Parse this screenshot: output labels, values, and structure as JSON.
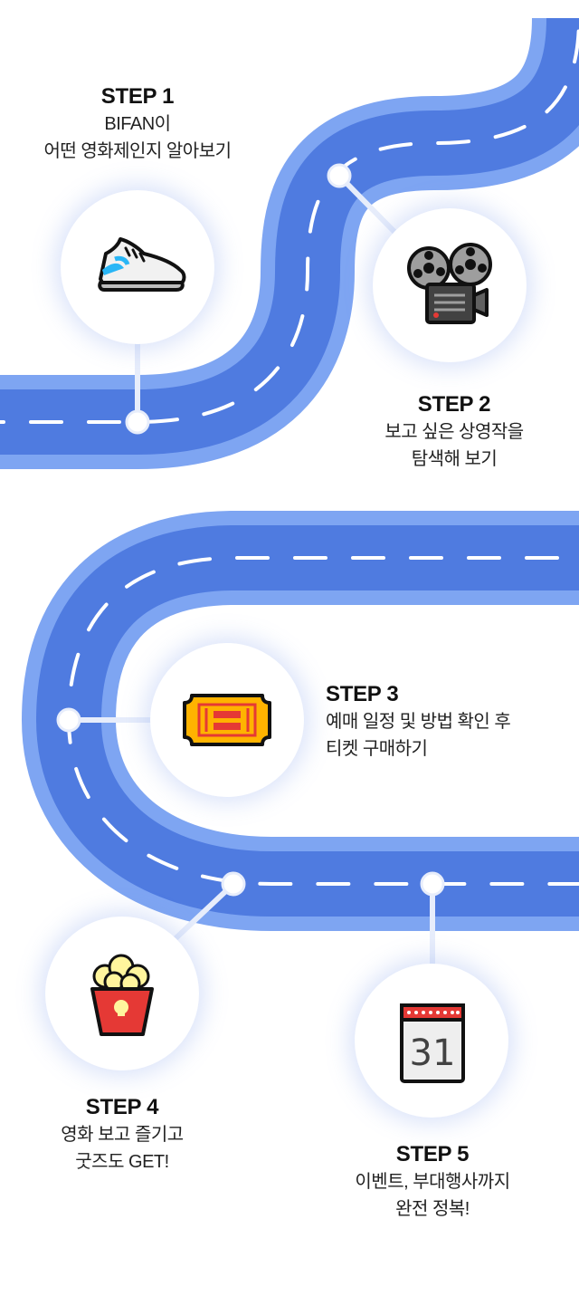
{
  "colors": {
    "road_outer": "#7ea5f2",
    "road_inner": "#4f7be0",
    "lane_mark": "#ffffff",
    "bubble_glow": "#c7d5fb"
  },
  "steps": [
    {
      "title": "STEP 1",
      "lines": [
        "BIFAN이",
        "어떤 영화제인지 알아보기"
      ],
      "icon": "sneaker-icon"
    },
    {
      "title": "STEP 2",
      "lines": [
        "보고 싶은 상영작을",
        "탐색해 보기"
      ],
      "icon": "film-projector-icon"
    },
    {
      "title": "STEP 3",
      "lines": [
        "예매 일정 및 방법 확인 후",
        "티켓 구매하기"
      ],
      "icon": "ticket-icon"
    },
    {
      "title": "STEP 4",
      "lines": [
        "영화 보고 즐기고",
        "굿즈도 GET!"
      ],
      "icon": "popcorn-icon"
    },
    {
      "title": "STEP 5",
      "lines": [
        "이벤트, 부대행사까지",
        "완전 정복!"
      ],
      "icon": "calendar-icon"
    }
  ],
  "calendar_day": "31"
}
